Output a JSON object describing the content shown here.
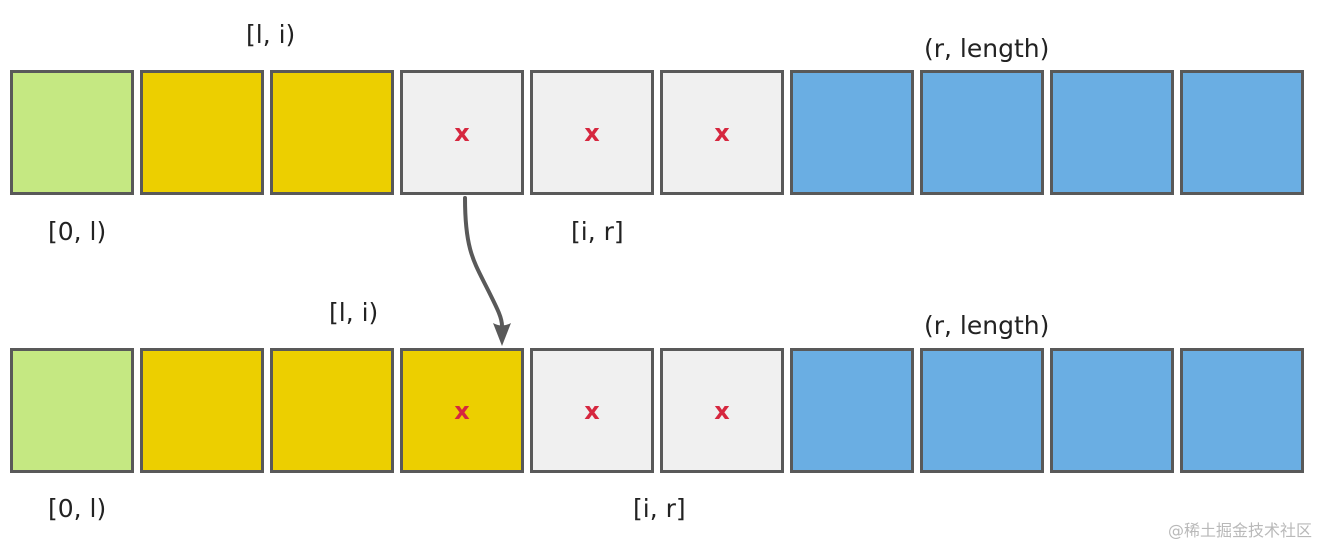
{
  "colors": {
    "done": "#c5e882",
    "kept": "#eccf00",
    "pending": "#f0f0f0",
    "removed": "#6aaee3",
    "border": "#595959",
    "mark": "#d6273f",
    "arrow": "#595959"
  },
  "rows": [
    {
      "cells": [
        {
          "state": "done",
          "mark": ""
        },
        {
          "state": "kept",
          "mark": ""
        },
        {
          "state": "kept",
          "mark": ""
        },
        {
          "state": "pending",
          "mark": "x"
        },
        {
          "state": "pending",
          "mark": "x"
        },
        {
          "state": "pending",
          "mark": "x"
        },
        {
          "state": "removed",
          "mark": ""
        },
        {
          "state": "removed",
          "mark": ""
        },
        {
          "state": "removed",
          "mark": ""
        },
        {
          "state": "removed",
          "mark": ""
        }
      ],
      "labels": {
        "zero_l": "[0, l)",
        "l_i": "[l, i)",
        "i_r": "[i, r]",
        "r_length": "(r, length)"
      }
    },
    {
      "cells": [
        {
          "state": "done",
          "mark": ""
        },
        {
          "state": "kept",
          "mark": ""
        },
        {
          "state": "kept",
          "mark": ""
        },
        {
          "state": "kept",
          "mark": "x"
        },
        {
          "state": "pending",
          "mark": "x"
        },
        {
          "state": "pending",
          "mark": "x"
        },
        {
          "state": "removed",
          "mark": ""
        },
        {
          "state": "removed",
          "mark": ""
        },
        {
          "state": "removed",
          "mark": ""
        },
        {
          "state": "removed",
          "mark": ""
        }
      ],
      "labels": {
        "zero_l": "[0, l)",
        "l_i": "[l, i)",
        "i_r": "[i, r]",
        "r_length": "(r, length)"
      }
    }
  ],
  "watermark": "@稀土掘金技术社区"
}
